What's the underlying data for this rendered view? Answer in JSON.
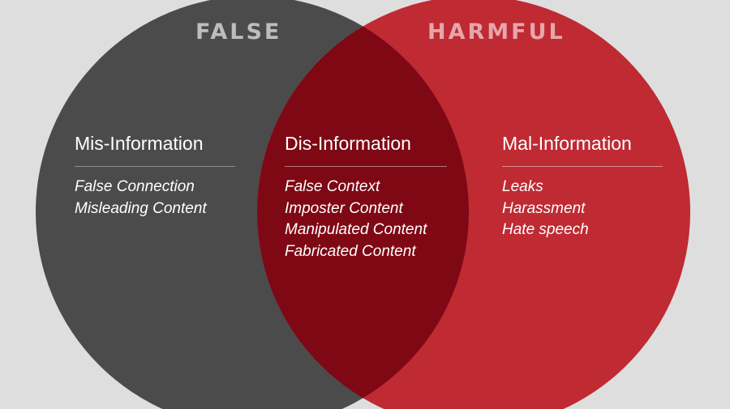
{
  "colors": {
    "background": "#dedede",
    "false_circle": "#4b4b4b",
    "harmful_circle": "#bf2a33",
    "overlap": "#7f0815"
  },
  "sets": {
    "false": "FALSE",
    "harmful": "HARMFUL"
  },
  "regions": {
    "mis": {
      "title": "Mis-Information",
      "items": [
        "False Connection",
        "Misleading Content"
      ]
    },
    "dis": {
      "title": "Dis-Information",
      "items": [
        "False Context",
        "Imposter Content",
        "Manipulated Content",
        "Fabricated Content"
      ]
    },
    "mal": {
      "title": "Mal-Information",
      "items": [
        "Leaks",
        "Harassment",
        "Hate speech"
      ]
    }
  }
}
